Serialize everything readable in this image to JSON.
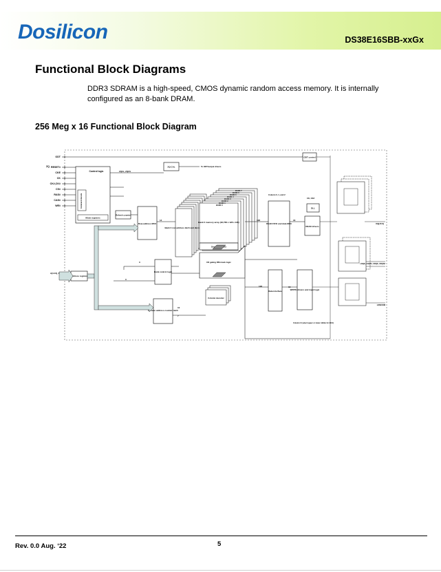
{
  "header": {
    "logo_text": "Dosilicon",
    "part_number": "DS38E16SBB-xxGx",
    "brand_color": "#1766b8",
    "band_color": "#d6ef8f"
  },
  "section": {
    "title": "Functional Block Diagrams",
    "description": "DDR3 SDRAM is a high-speed, CMOS dynamic random access memory. It is internally configured as an 8-bank DRAM."
  },
  "figure": {
    "title": "256 Meg x 16 Functional Block Diagram",
    "inputs": [
      "ODT",
      "ZQ",
      "RESET#",
      "CKE",
      "CK",
      "CK#,CK#",
      "CS#",
      "RAS#",
      "CAS#",
      "WE#"
    ],
    "labels": {
      "control_logic": "Control logic",
      "mode_registers": "Mode registers",
      "command_decode": "Command decode",
      "zq_control": "ZQ CAL",
      "odt_control": "ODT control",
      "refresh_counter": "Refresh counter",
      "row_address_mux": "Row-address MUX",
      "bank_row_address_latch": "Bank 0 row-address latch and decoder",
      "memory_array": "Bank 0 memory array (32,768 x 128 x 128)",
      "sense_amplifier": "Sense amplifier",
      "io_gating": "I/O gating DM mask logic",
      "bank_control_logic": "Bank control logic",
      "column_decoder": "Column decoder",
      "column_address_counter": "Column address counter/ latch",
      "address_register": "Address register",
      "read_fifo": "READ FIFO and data MUX",
      "dll": "DLL",
      "read_drivers": "READ drivers",
      "data_interface": "Data interface",
      "write_drivers": "WRITE drivers and input logic",
      "address_input": "A[14:0], BA[2:0]",
      "zq_cal_signal": "ZQCL, ZQCS",
      "to_odt": "To ODT/output drivers",
      "bank_labels": [
        "BANK 0",
        "BANK 1",
        "BANK 2",
        "BANK 3",
        "BANK 4",
        "BANK 5",
        "BANK 6",
        "BANK 7"
      ],
      "dq_out": "DQ[15:0]",
      "ldqs": "LDQS, LDQS#, UDQS, UDQS#",
      "udm": "LDM/UDM",
      "ck_out": "CK, CK#",
      "column_0_2": "Column 0, 1, and 2",
      "column_2": "Column 2 (select upper or lower nibble for BC4)",
      "bus_width_a": "14",
      "bus_width_b": "128",
      "bus_width_c": "16",
      "bus_width_d": "3",
      "bus_width_e": "10",
      "bus_width_f": "7"
    }
  },
  "footer": {
    "revision": "Rev. 0.0 Aug. ‘22",
    "page_number": "5"
  }
}
